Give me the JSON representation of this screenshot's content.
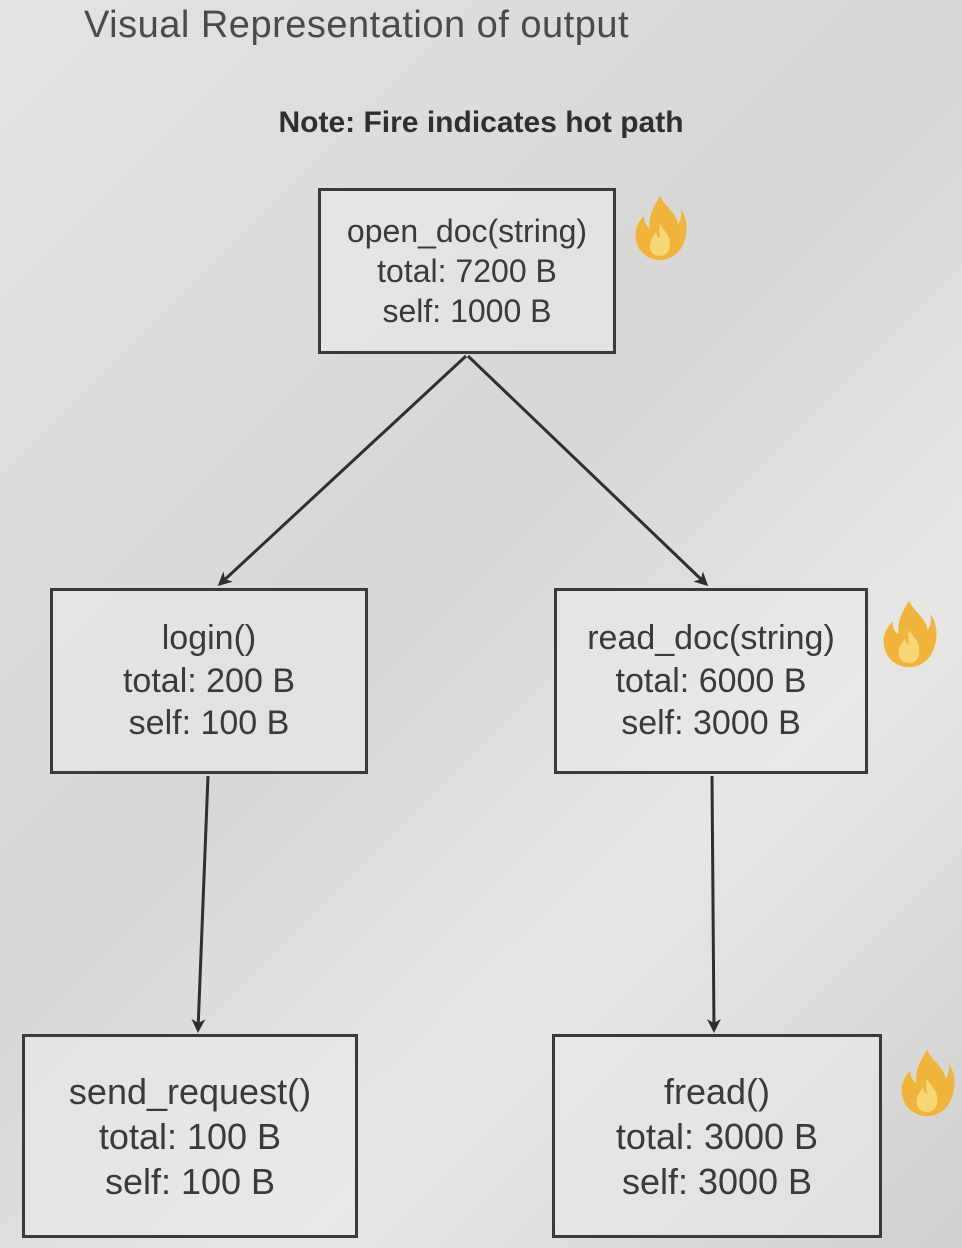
{
  "heading": "Visual Representation of output",
  "note": "Note: Fire indicates hot path",
  "nodes": {
    "open_doc": {
      "name": "open_doc(string)",
      "total": "total: 7200 B",
      "self": "self: 1000 B",
      "hot": true
    },
    "login": {
      "name": "login()",
      "total": "total: 200 B",
      "self": "self: 100 B",
      "hot": false
    },
    "read_doc": {
      "name": "read_doc(string)",
      "total": "total: 6000 B",
      "self": "self: 3000 B",
      "hot": true
    },
    "send_request": {
      "name": "send_request()",
      "total": "total: 100 B",
      "self": "self: 100 B",
      "hot": false
    },
    "fread": {
      "name": "fread()",
      "total": "total: 3000 B",
      "self": "self: 3000 B",
      "hot": true
    }
  },
  "edges": [
    {
      "from": "open_doc",
      "to": "login"
    },
    {
      "from": "open_doc",
      "to": "read_doc"
    },
    {
      "from": "login",
      "to": "send_request"
    },
    {
      "from": "read_doc",
      "to": "fread"
    }
  ],
  "colors": {
    "fire_outer": "#f0b43c",
    "fire_inner": "#f7d675",
    "line": "#2f2f2f"
  },
  "icons": {
    "hot_path": "fire-icon"
  }
}
